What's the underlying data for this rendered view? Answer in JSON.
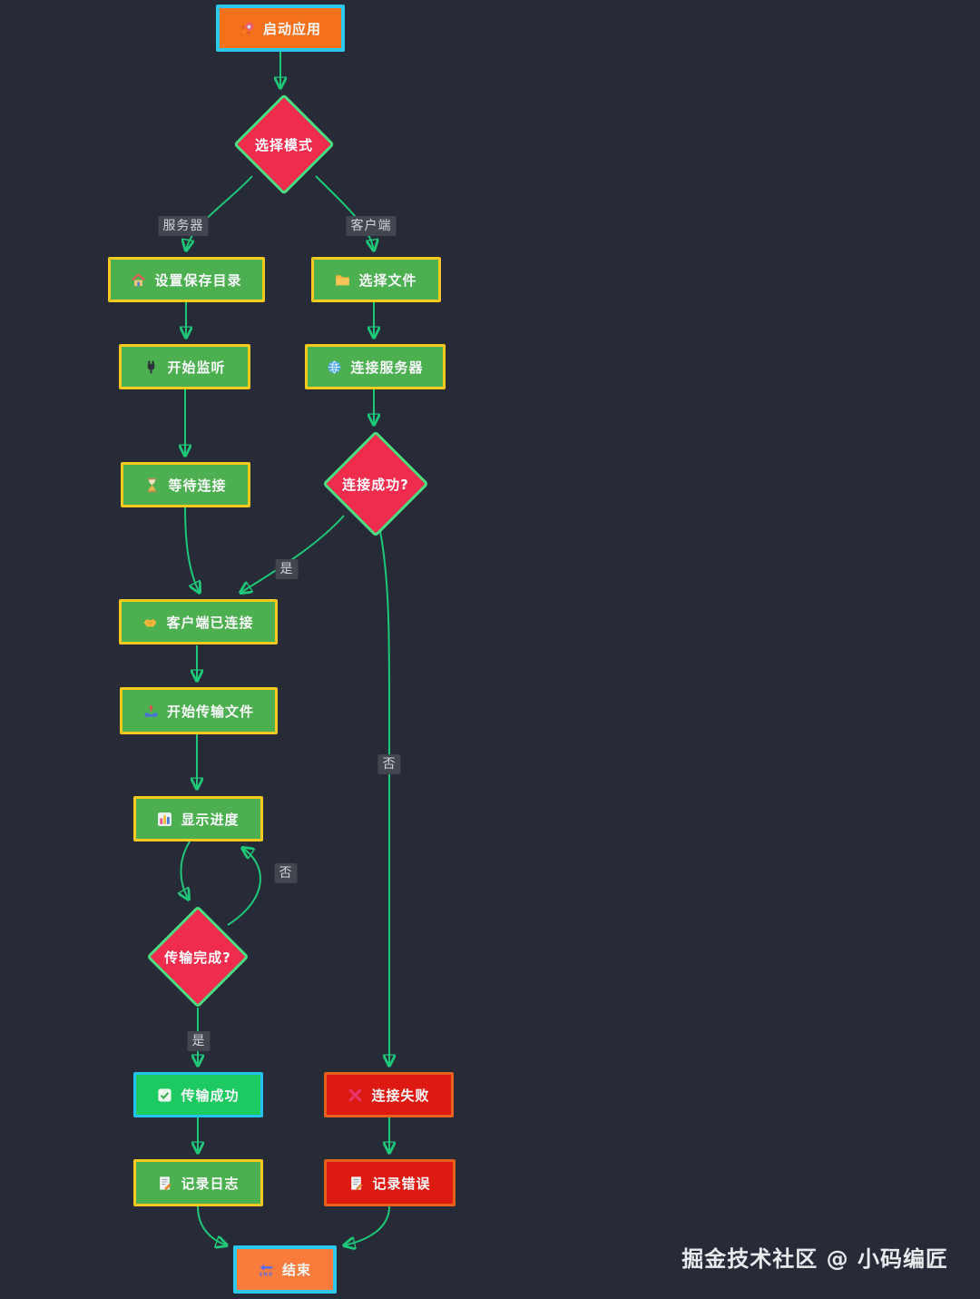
{
  "watermark": "掘金技术社区 @ 小码编匠",
  "colors": {
    "background": "#272b38",
    "edge": "#1ec878",
    "process_fill": "#4caf50",
    "process_border": "#f7c91e",
    "decision_fill": "#ef2b4e",
    "decision_border": "#4ade80",
    "start_fill": "#f4701b",
    "start_border": "#2cc8ee",
    "end_fill": "#f97c3d",
    "success_fill": "#1dc961",
    "success_border": "#22c3ee",
    "error_fill": "#dc1a12",
    "error_border": "#e8611c",
    "edge_label_bg": "#42464f"
  },
  "nodes": {
    "start": {
      "label": "启动应用",
      "icon": "rocket-icon"
    },
    "mode": {
      "label": "选择模式"
    },
    "set_dir": {
      "label": "设置保存目录",
      "icon": "house-icon"
    },
    "choose_file": {
      "label": "选择文件",
      "icon": "folder-icon"
    },
    "listen": {
      "label": "开始监听",
      "icon": "plug-icon"
    },
    "connect": {
      "label": "连接服务器",
      "icon": "globe-icon"
    },
    "wait": {
      "label": "等待连接",
      "icon": "hourglass-icon"
    },
    "conn_ok": {
      "label": "连接成功?"
    },
    "client_connected": {
      "label": "客户端已连接",
      "icon": "handshake-icon"
    },
    "transfer": {
      "label": "开始传输文件",
      "icon": "outbox-icon"
    },
    "progress": {
      "label": "显示进度",
      "icon": "bar-chart-icon"
    },
    "done": {
      "label": "传输完成?"
    },
    "success": {
      "label": "传输成功",
      "icon": "check-icon"
    },
    "fail": {
      "label": "连接失败",
      "icon": "cross-icon"
    },
    "log": {
      "label": "记录日志",
      "icon": "memo-icon"
    },
    "log_err": {
      "label": "记录错误",
      "icon": "memo-icon"
    },
    "end": {
      "label": "结束",
      "icon": "end-icon"
    }
  },
  "edge_labels": {
    "server": "服务器",
    "client": "客户端",
    "yes1": "是",
    "no_long": "否",
    "no_loop": "否",
    "yes2": "是"
  }
}
